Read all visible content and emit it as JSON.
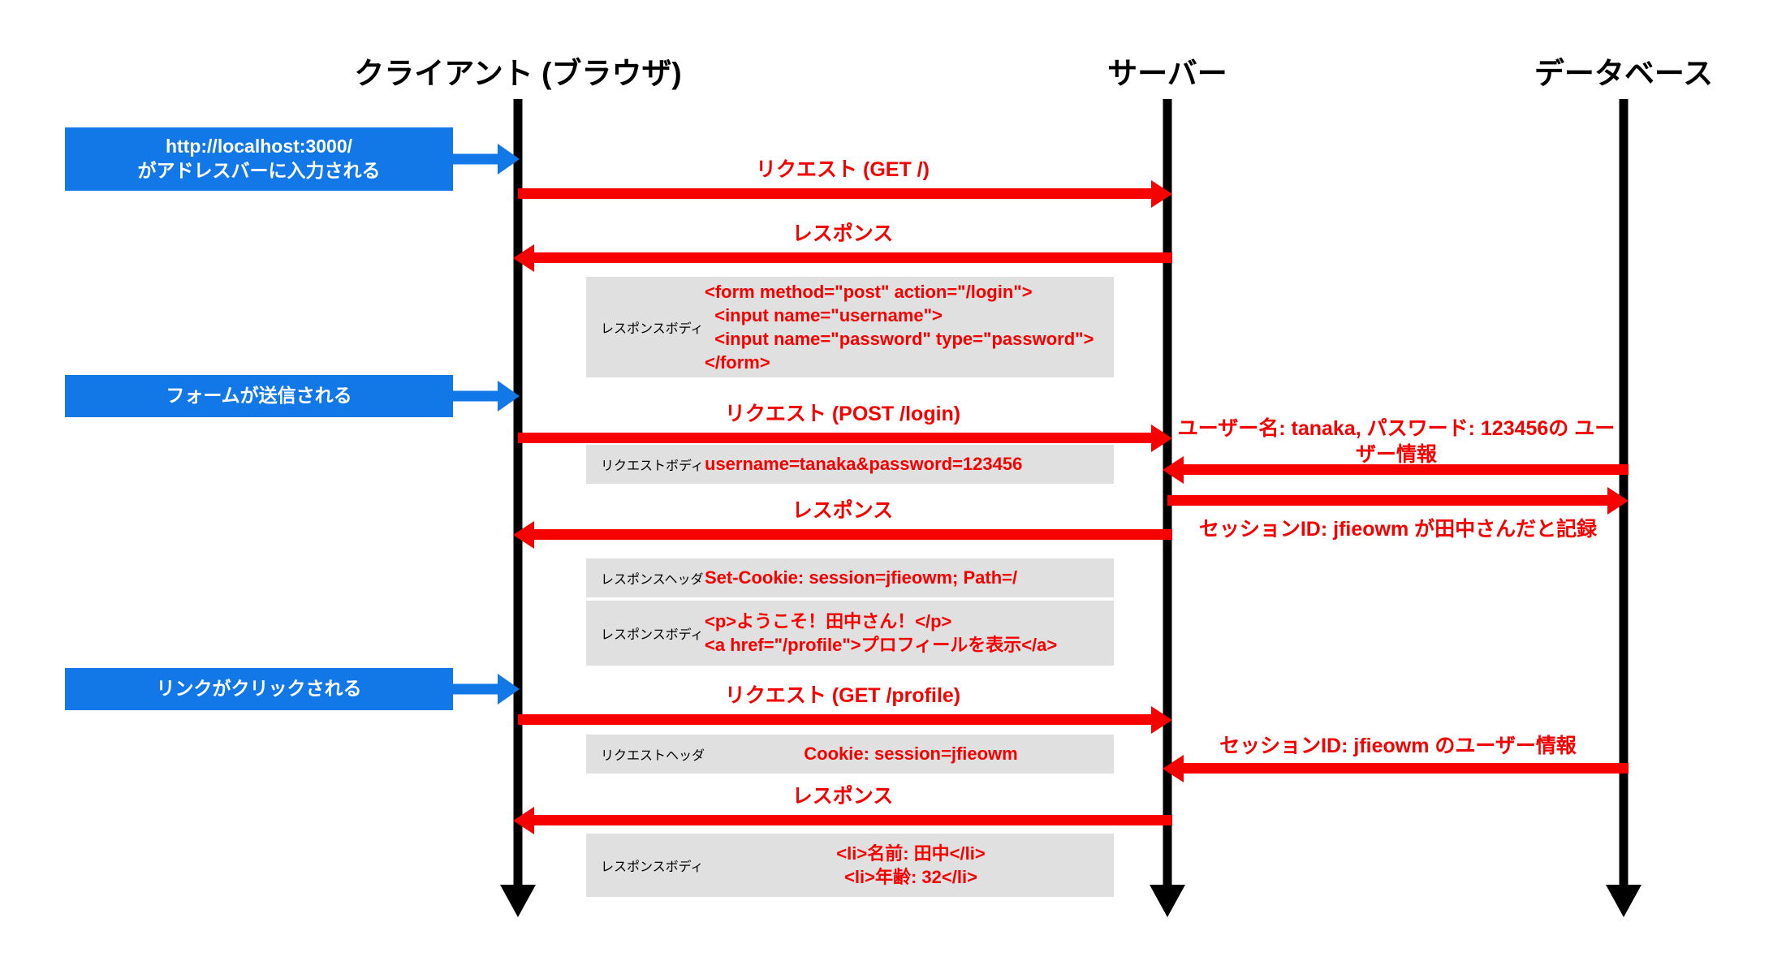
{
  "diagram": {
    "type": "sequence-diagram",
    "title_bar_color": "#1278e8",
    "message_color": "#f60000",
    "payload_bg_color": "#e0e0e0",
    "lifeline_color": "#000000"
  },
  "lifelines": [
    {
      "id": "client",
      "label": "クライアント (ブラウザ)"
    },
    {
      "id": "server",
      "label": "サーバー"
    },
    {
      "id": "database",
      "label": "データベース"
    }
  ],
  "events": [
    {
      "id": "url-entered",
      "label": "http://localhost:3000/\nがアドレスバーに入力される"
    },
    {
      "id": "form-submit",
      "label": "フォームが送信される"
    },
    {
      "id": "link-clicked",
      "label": "リンクがクリックされる"
    }
  ],
  "messages": [
    {
      "id": "req-get-root",
      "label": "リクエスト (GET /)",
      "direction": "right",
      "from": "client",
      "to": "server"
    },
    {
      "id": "res-root",
      "label": "レスポンス",
      "direction": "left",
      "from": "server",
      "to": "client"
    },
    {
      "id": "req-post-login",
      "label": "リクエスト (POST /login)",
      "direction": "right",
      "from": "client",
      "to": "server"
    },
    {
      "id": "db-query-user",
      "label": "ユーザー名: tanaka, パスワード: 123456の\nユーザー情報",
      "direction": "left",
      "from": "database",
      "to": "server"
    },
    {
      "id": "res-login",
      "label": "レスポンス",
      "direction": "left",
      "from": "server",
      "to": "client"
    },
    {
      "id": "db-store-session",
      "label": "セッションID: jfieowm が田中さんだと記録",
      "direction": "right",
      "from": "server",
      "to": "database"
    },
    {
      "id": "req-get-profile",
      "label": "リクエスト (GET /profile)",
      "direction": "right",
      "from": "client",
      "to": "server"
    },
    {
      "id": "db-lookup-session",
      "label": "セッションID: jfieowm のユーザー情報",
      "direction": "left",
      "from": "database",
      "to": "server"
    },
    {
      "id": "res-profile",
      "label": "レスポンス",
      "direction": "left",
      "from": "server",
      "to": "client"
    }
  ],
  "payloads": [
    {
      "id": "login-form-body",
      "kind": "レスポンスボディ",
      "code": "<form method=\"post\" action=\"/login\">\n  <input name=\"username\">\n  <input name=\"password\" type=\"password\">\n</form>",
      "centered": false
    },
    {
      "id": "login-request-body",
      "kind": "リクエストボディ",
      "code": "username=tanaka&password=123456",
      "centered": false
    },
    {
      "id": "set-cookie-header",
      "kind": "レスポンスヘッダ",
      "code": "Set-Cookie: session=jfieowm; Path=/",
      "centered": false
    },
    {
      "id": "welcome-body",
      "kind": "レスポンスボディ",
      "code": "<p>ようこそ！田中さん！</p>\n<a href=\"/profile\">プロフィールを表示</a>",
      "centered": false
    },
    {
      "id": "cookie-request-header",
      "kind": "リクエストヘッダ",
      "code": "Cookie: session=jfieowm",
      "centered": true
    },
    {
      "id": "profile-response-body",
      "kind": "レスポンスボディ",
      "code": "<li>名前: 田中</li>\n<li>年齢: 32</li>",
      "centered": true
    }
  ]
}
